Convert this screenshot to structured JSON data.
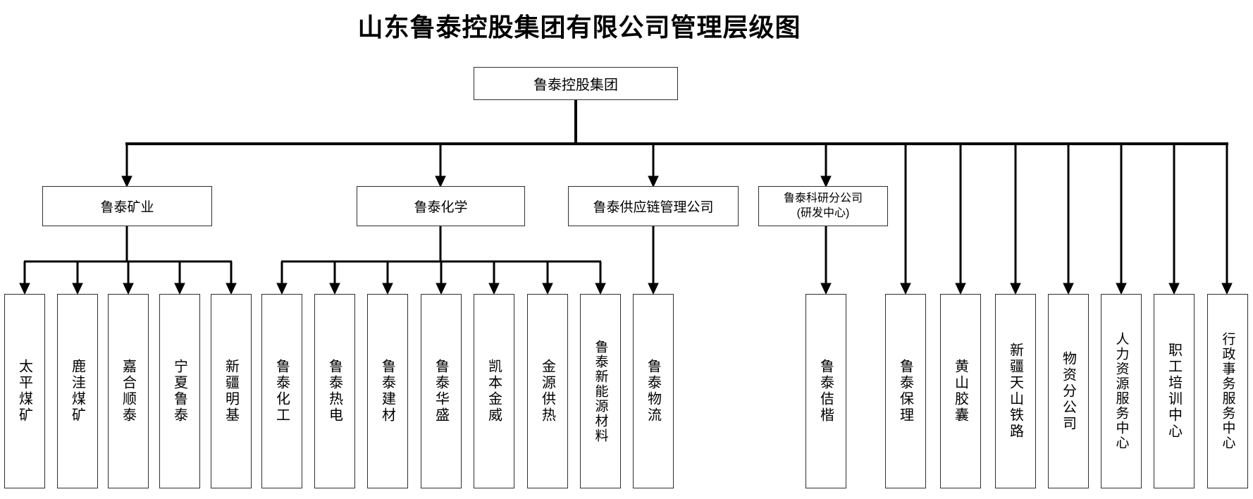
{
  "title": "山东鲁泰控股集团有限公司管理层级图",
  "root": {
    "label": "鲁泰控股集团"
  },
  "groups": [
    {
      "label": "鲁泰矿业",
      "children": [
        "太平煤矿",
        "鹿洼煤矿",
        "嘉合顺泰",
        "宁夏鲁泰",
        "新疆明基"
      ]
    },
    {
      "label": "鲁泰化学",
      "children": [
        "鲁泰化工",
        "鲁泰热电",
        "鲁泰建材",
        "鲁泰华盛",
        "凯本金威",
        "金源供热",
        "鲁泰新能源材料"
      ]
    },
    {
      "label": "鲁泰供应链管理公司",
      "children": [
        "鲁泰物流"
      ]
    },
    {
      "label": "鲁泰科研分公司",
      "sublabel": "(研发中心)",
      "children": [
        "鲁泰佶楷"
      ]
    }
  ],
  "direct_children": [
    "鲁泰保理",
    "黄山胶囊",
    "新疆天山铁路",
    "物资分公司",
    "人力资源服务中心",
    "职工培训中心",
    "行政事务服务中心"
  ],
  "colors": {
    "line": "#000000",
    "border": "#2f2f2f",
    "background": "#ffffff",
    "text": "#000000"
  }
}
